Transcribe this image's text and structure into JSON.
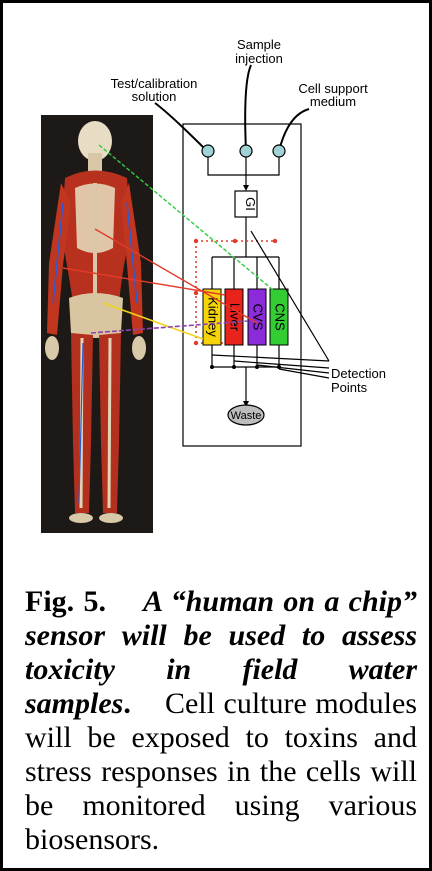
{
  "diagram": {
    "labels": {
      "sample_injection_line1": "Sample",
      "sample_injection_line2": "injection",
      "test_calibration_line1": "Test/calibration",
      "test_calibration_line2": "solution",
      "cell_support_line1": "Cell support",
      "cell_support_line2": "medium",
      "gi": "GI",
      "detection_line1": "Detection",
      "detection_line2": "Points",
      "waste": "Waste"
    },
    "organs": [
      {
        "name": "Kidney",
        "color": "#f5d50a"
      },
      {
        "name": "Liver",
        "color": "#e8231c"
      },
      {
        "name": "CVS",
        "color": "#8b2bd9"
      },
      {
        "name": "CNS",
        "color": "#33cc33"
      }
    ],
    "colors": {
      "red_flow": "#e23b2a",
      "green_link": "#2ecc40",
      "yellow_link": "#f2d31b",
      "purple_link": "#8e44ad",
      "inlet_fill": "#9fd3d6"
    }
  },
  "caption": {
    "fig": "Fig. 5.",
    "lead": "A “human on a chip” sensor will be used to assess toxicity in field water samples",
    "lead_end": ".",
    "body": "Cell culture modules will be exposed to toxins and stress responses in the cells will be monitored using various biosensors."
  }
}
